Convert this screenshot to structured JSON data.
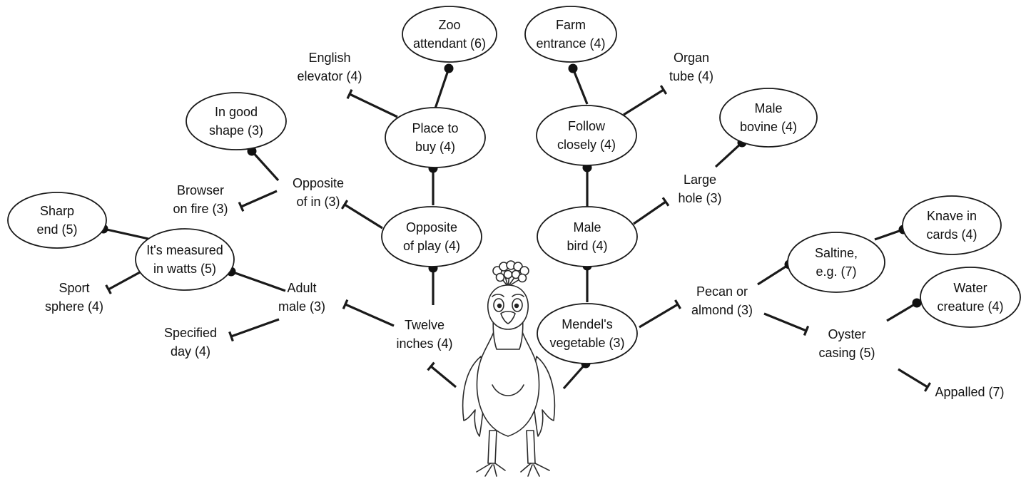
{
  "diagram": {
    "nodes": [
      {
        "id": "zoo",
        "lines": [
          "Zoo",
          "attendant (6)"
        ],
        "ellipse": true
      },
      {
        "id": "farm",
        "lines": [
          "Farm",
          "entrance (4)"
        ],
        "ellipse": true
      },
      {
        "id": "english",
        "lines": [
          "English",
          "elevator (4)"
        ],
        "ellipse": false
      },
      {
        "id": "organ",
        "lines": [
          "Organ",
          "tube (4)"
        ],
        "ellipse": false
      },
      {
        "id": "place",
        "lines": [
          "Place to",
          "buy (4)"
        ],
        "ellipse": true
      },
      {
        "id": "follow",
        "lines": [
          "Follow",
          "closely (4)"
        ],
        "ellipse": true
      },
      {
        "id": "goodshape",
        "lines": [
          "In good",
          "shape (3)"
        ],
        "ellipse": true
      },
      {
        "id": "bovine",
        "lines": [
          "Male",
          "bovine (4)"
        ],
        "ellipse": true
      },
      {
        "id": "oppin",
        "lines": [
          "Opposite",
          "of in (3)"
        ],
        "ellipse": false
      },
      {
        "id": "browser",
        "lines": [
          "Browser",
          "on fire (3)"
        ],
        "ellipse": false
      },
      {
        "id": "largehole",
        "lines": [
          "Large",
          "hole (3)"
        ],
        "ellipse": false
      },
      {
        "id": "sharp",
        "lines": [
          "Sharp",
          "end (5)"
        ],
        "ellipse": true
      },
      {
        "id": "oppplay",
        "lines": [
          "Opposite",
          "of play (4)"
        ],
        "ellipse": true
      },
      {
        "id": "malebird",
        "lines": [
          "Male",
          "bird (4)"
        ],
        "ellipse": true
      },
      {
        "id": "knave",
        "lines": [
          "Knave in",
          "cards (4)"
        ],
        "ellipse": true
      },
      {
        "id": "watts",
        "lines": [
          "It's measured",
          "in watts (5)"
        ],
        "ellipse": true
      },
      {
        "id": "saltine",
        "lines": [
          "Saltine,",
          "e.g. (7)"
        ],
        "ellipse": true
      },
      {
        "id": "sport",
        "lines": [
          "Sport",
          "sphere (4)"
        ],
        "ellipse": false
      },
      {
        "id": "adult",
        "lines": [
          "Adult",
          "male (3)"
        ],
        "ellipse": false
      },
      {
        "id": "water",
        "lines": [
          "Water",
          "creature (4)"
        ],
        "ellipse": true
      },
      {
        "id": "pecan",
        "lines": [
          "Pecan or",
          "almond (3)"
        ],
        "ellipse": false
      },
      {
        "id": "specified",
        "lines": [
          "Specified",
          "day (4)"
        ],
        "ellipse": false
      },
      {
        "id": "twelve",
        "lines": [
          "Twelve",
          "inches (4)"
        ],
        "ellipse": false
      },
      {
        "id": "mendel",
        "lines": [
          "Mendel's",
          "vegetable (3)"
        ],
        "ellipse": true
      },
      {
        "id": "oyster",
        "lines": [
          "Oyster",
          "casing (5)"
        ],
        "ellipse": false
      },
      {
        "id": "appalled",
        "lines": [
          "Appalled (7)"
        ],
        "ellipse": false
      }
    ],
    "connectors": [
      {
        "id": "place-zoo",
        "style": "dot"
      },
      {
        "id": "place-english",
        "style": "bar"
      },
      {
        "id": "oppplay-place",
        "style": "dot"
      },
      {
        "id": "oppplay-oppin",
        "style": "bar"
      },
      {
        "id": "oppin-goodshape",
        "style": "dot"
      },
      {
        "id": "oppin-browser",
        "style": "bar"
      },
      {
        "id": "twelve-oppplay",
        "style": "dot"
      },
      {
        "id": "twelve-adult",
        "style": "bar"
      },
      {
        "id": "adult-watts",
        "style": "dot"
      },
      {
        "id": "watts-sharp",
        "style": "dot"
      },
      {
        "id": "watts-sport",
        "style": "bar"
      },
      {
        "id": "adult-specified",
        "style": "bar"
      },
      {
        "id": "bird-twelve",
        "style": "bar"
      },
      {
        "id": "follow-farm",
        "style": "dot"
      },
      {
        "id": "follow-organ",
        "style": "bar"
      },
      {
        "id": "malebird-follow",
        "style": "dot"
      },
      {
        "id": "malebird-largehole",
        "style": "bar"
      },
      {
        "id": "largehole-bovine",
        "style": "dot"
      },
      {
        "id": "mendel-malebird",
        "style": "dot"
      },
      {
        "id": "mendel-pecan",
        "style": "bar"
      },
      {
        "id": "pecan-saltine",
        "style": "dot"
      },
      {
        "id": "saltine-knave",
        "style": "dot"
      },
      {
        "id": "pecan-oyster",
        "style": "bar"
      },
      {
        "id": "oyster-water",
        "style": "dot"
      },
      {
        "id": "oyster-appalled",
        "style": "bar"
      },
      {
        "id": "bird-mendel",
        "style": "dot"
      }
    ]
  }
}
